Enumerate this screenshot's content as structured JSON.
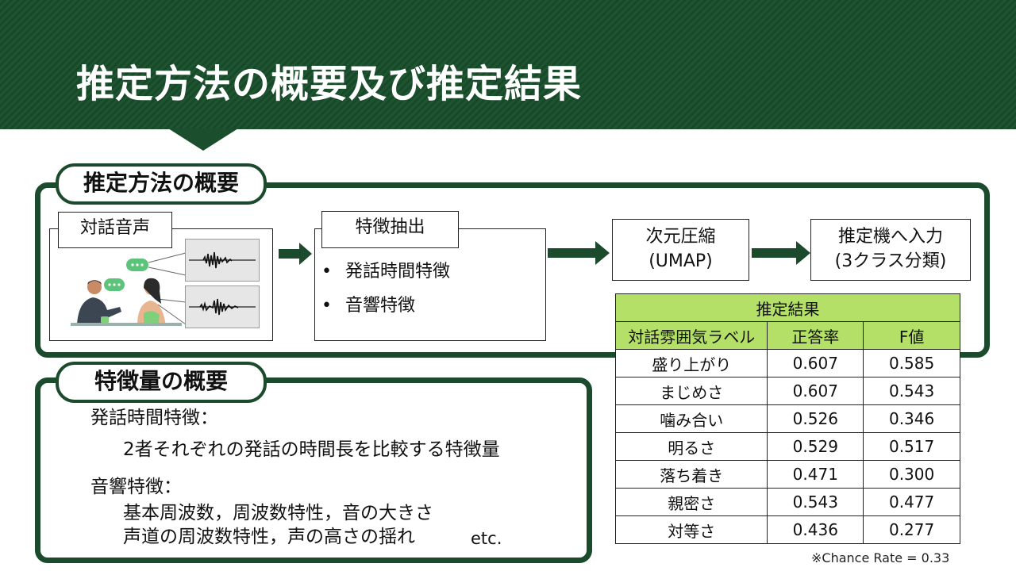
{
  "slide": {
    "title": "推定方法の概要及び推定結果"
  },
  "method_section": {
    "heading": "推定方法の概要",
    "audio_label": "対話音声",
    "feature_extraction": {
      "label": "特徴抽出",
      "bullets": [
        "発話時間特徴",
        "音響特徴"
      ]
    },
    "dim_reduction": {
      "line1": "次元圧縮",
      "line2": "(UMAP)"
    },
    "estimator": {
      "line1": "推定機へ入力",
      "line2": "(3クラス分類)"
    }
  },
  "results_table": {
    "caption": "推定結果",
    "headers": [
      "対話雰囲気ラベル",
      "正答率",
      "F値"
    ],
    "rows": [
      [
        "盛り上がり",
        "0.607",
        "0.585"
      ],
      [
        "まじめさ",
        "0.607",
        "0.543"
      ],
      [
        "噛み合い",
        "0.526",
        "0.346"
      ],
      [
        "明るさ",
        "0.529",
        "0.517"
      ],
      [
        "落ち着き",
        "0.471",
        "0.300"
      ],
      [
        "親密さ",
        "0.543",
        "0.477"
      ],
      [
        "対等さ",
        "0.436",
        "0.277"
      ]
    ],
    "note": "※Chance Rate = 0.33"
  },
  "feature_section": {
    "heading": "特徴量の概要",
    "timing_title": "発話時間特徴：",
    "timing_desc": "2者それぞれの発話の時間長を比較する特徴量",
    "acoustic_title": "音響特徴：",
    "acoustic_line1": "基本周波数，周波数特性，音の大きさ",
    "acoustic_line2": "声道の周波数特性，声の高さの揺れ",
    "acoustic_etc": "etc."
  },
  "colors": {
    "header_green": "#1b4b2c",
    "table_header_green": "#b4e067",
    "arrow_green": "#1b4b2c"
  }
}
